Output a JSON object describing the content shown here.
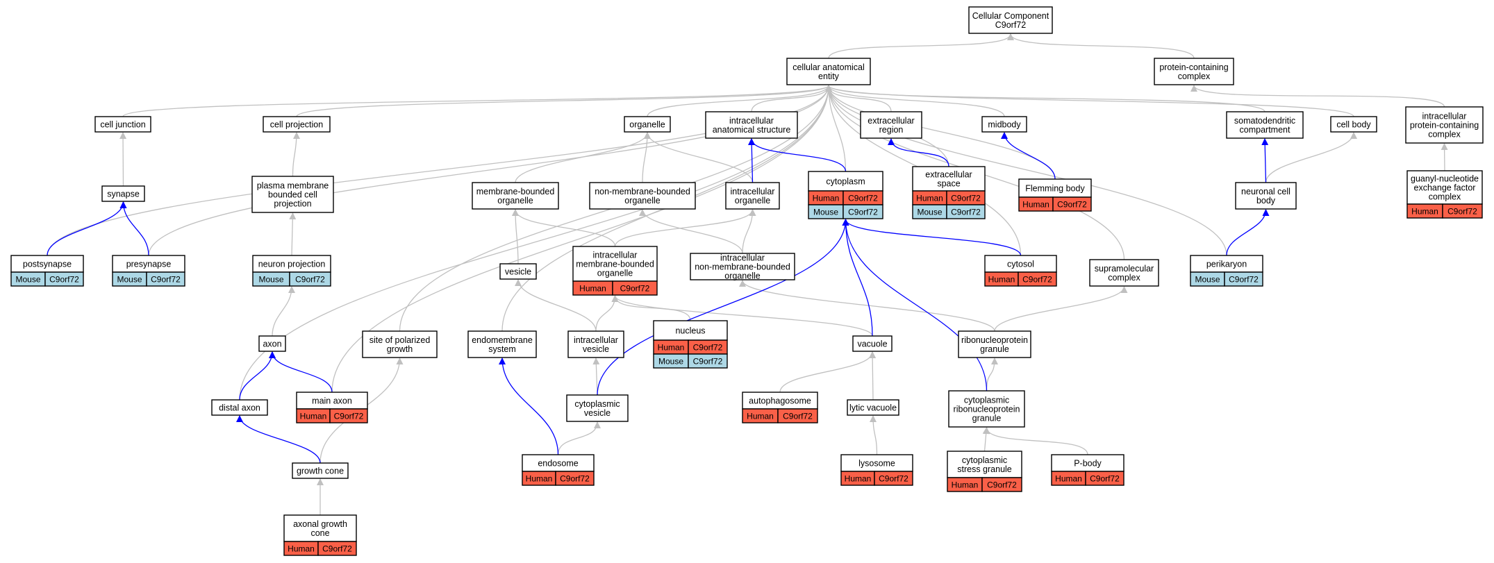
{
  "colors": {
    "human": "#fa6048",
    "mouse": "#add8e6",
    "edge_is_a": "#c0c0c0",
    "edge_part_of": "#0000ff",
    "node_border": "#000000"
  },
  "nodes": [
    {
      "id": "cc",
      "lines": [
        "Cellular Component",
        "C9orf72"
      ],
      "tags": []
    },
    {
      "id": "cae",
      "lines": [
        "cellular anatomical",
        "entity"
      ],
      "tags": []
    },
    {
      "id": "pcc",
      "lines": [
        "protein-containing",
        "complex"
      ],
      "tags": []
    },
    {
      "id": "cj",
      "lines": [
        "cell junction"
      ],
      "tags": []
    },
    {
      "id": "cp",
      "lines": [
        "cell projection"
      ],
      "tags": []
    },
    {
      "id": "org",
      "lines": [
        "organelle"
      ],
      "tags": []
    },
    {
      "id": "ias",
      "lines": [
        "intracellular",
        "anatomical structure"
      ],
      "tags": []
    },
    {
      "id": "exr",
      "lines": [
        "extracellular",
        "region"
      ],
      "tags": []
    },
    {
      "id": "mid",
      "lines": [
        "midbody"
      ],
      "tags": []
    },
    {
      "id": "sdc",
      "lines": [
        "somatodendritic",
        "compartment"
      ],
      "tags": []
    },
    {
      "id": "cb",
      "lines": [
        "cell body"
      ],
      "tags": []
    },
    {
      "id": "ipcc",
      "lines": [
        "intracellular",
        "protein-containing",
        "complex"
      ],
      "tags": []
    },
    {
      "id": "syn",
      "lines": [
        "synapse"
      ],
      "tags": []
    },
    {
      "id": "pmb",
      "lines": [
        "plasma membrane",
        "bounded cell",
        "projection"
      ],
      "tags": []
    },
    {
      "id": "mbo",
      "lines": [
        "membrane-bounded",
        "organelle"
      ],
      "tags": []
    },
    {
      "id": "nmbo",
      "lines": [
        "non-membrane-bounded",
        "organelle"
      ],
      "tags": []
    },
    {
      "id": "io",
      "lines": [
        "intracellular",
        "organelle"
      ],
      "tags": []
    },
    {
      "id": "cyto",
      "lines": [
        "cytoplasm"
      ],
      "tags": [
        [
          "Human",
          "C9orf72"
        ],
        [
          "Mouse",
          "C9orf72"
        ]
      ]
    },
    {
      "id": "exs",
      "lines": [
        "extracellular",
        "space"
      ],
      "tags": [
        [
          "Human",
          "C9orf72"
        ],
        [
          "Mouse",
          "C9orf72"
        ]
      ]
    },
    {
      "id": "flem",
      "lines": [
        "Flemming body"
      ],
      "tags": [
        [
          "Human",
          "C9orf72"
        ]
      ]
    },
    {
      "id": "ncb",
      "lines": [
        "neuronal cell",
        "body"
      ],
      "tags": []
    },
    {
      "id": "gnef",
      "lines": [
        "guanyl-nucleotide",
        "exchange factor",
        "complex"
      ],
      "tags": [
        [
          "Human",
          "C9orf72"
        ]
      ]
    },
    {
      "id": "post",
      "lines": [
        "postsynapse"
      ],
      "tags": [
        [
          "Mouse",
          "C9orf72"
        ]
      ]
    },
    {
      "id": "pre",
      "lines": [
        "presynapse"
      ],
      "tags": [
        [
          "Mouse",
          "C9orf72"
        ]
      ]
    },
    {
      "id": "np",
      "lines": [
        "neuron projection"
      ],
      "tags": [
        [
          "Mouse",
          "C9orf72"
        ]
      ]
    },
    {
      "id": "ves",
      "lines": [
        "vesicle"
      ],
      "tags": []
    },
    {
      "id": "imbo",
      "lines": [
        "intracellular",
        "membrane-bounded",
        "organelle"
      ],
      "tags": [
        [
          "Human",
          "C9orf72"
        ]
      ]
    },
    {
      "id": "inmbo",
      "lines": [
        "intracellular",
        "non-membrane-bounded",
        "organelle"
      ],
      "tags": []
    },
    {
      "id": "cytosol",
      "lines": [
        "cytosol"
      ],
      "tags": [
        [
          "Human",
          "C9orf72"
        ]
      ]
    },
    {
      "id": "smc",
      "lines": [
        "supramolecular",
        "complex"
      ],
      "tags": []
    },
    {
      "id": "peri",
      "lines": [
        "perikaryon"
      ],
      "tags": [
        [
          "Mouse",
          "C9orf72"
        ]
      ]
    },
    {
      "id": "axon",
      "lines": [
        "axon"
      ],
      "tags": []
    },
    {
      "id": "spg",
      "lines": [
        "site of polarized",
        "growth"
      ],
      "tags": []
    },
    {
      "id": "ems",
      "lines": [
        "endomembrane",
        "system"
      ],
      "tags": []
    },
    {
      "id": "iv",
      "lines": [
        "intracellular",
        "vesicle"
      ],
      "tags": []
    },
    {
      "id": "nuc",
      "lines": [
        "nucleus"
      ],
      "tags": [
        [
          "Human",
          "C9orf72"
        ],
        [
          "Mouse",
          "C9orf72"
        ]
      ]
    },
    {
      "id": "vac",
      "lines": [
        "vacuole"
      ],
      "tags": []
    },
    {
      "id": "rnpg",
      "lines": [
        "ribonucleoprotein",
        "granule"
      ],
      "tags": []
    },
    {
      "id": "dax",
      "lines": [
        "distal axon"
      ],
      "tags": []
    },
    {
      "id": "max",
      "lines": [
        "main axon"
      ],
      "tags": [
        [
          "Human",
          "C9orf72"
        ]
      ]
    },
    {
      "id": "cv",
      "lines": [
        "cytoplasmic",
        "vesicle"
      ],
      "tags": []
    },
    {
      "id": "aph",
      "lines": [
        "autophagosome"
      ],
      "tags": [
        [
          "Human",
          "C9orf72"
        ]
      ]
    },
    {
      "id": "lv",
      "lines": [
        "lytic vacuole"
      ],
      "tags": []
    },
    {
      "id": "crnpg",
      "lines": [
        "cytoplasmic",
        "ribonucleoprotein",
        "granule"
      ],
      "tags": []
    },
    {
      "id": "gc",
      "lines": [
        "growth cone"
      ],
      "tags": []
    },
    {
      "id": "endo",
      "lines": [
        "endosome"
      ],
      "tags": [
        [
          "Human",
          "C9orf72"
        ]
      ]
    },
    {
      "id": "lyso",
      "lines": [
        "lysosome"
      ],
      "tags": [
        [
          "Human",
          "C9orf72"
        ]
      ]
    },
    {
      "id": "csg",
      "lines": [
        "cytoplasmic",
        "stress granule"
      ],
      "tags": [
        [
          "Human",
          "C9orf72"
        ]
      ]
    },
    {
      "id": "pb",
      "lines": [
        "P-body"
      ],
      "tags": [
        [
          "Human",
          "C9orf72"
        ]
      ]
    },
    {
      "id": "agc",
      "lines": [
        "axonal growth",
        "cone"
      ],
      "tags": [
        [
          "Human",
          "C9orf72"
        ]
      ]
    }
  ],
  "edges": [
    {
      "from": "cae",
      "to": "cc",
      "rel": "is_a"
    },
    {
      "from": "pcc",
      "to": "cc",
      "rel": "is_a"
    },
    {
      "from": "cj",
      "to": "cae",
      "rel": "is_a"
    },
    {
      "from": "cp",
      "to": "cae",
      "rel": "is_a"
    },
    {
      "from": "org",
      "to": "cae",
      "rel": "is_a"
    },
    {
      "from": "ias",
      "to": "cae",
      "rel": "is_a"
    },
    {
      "from": "exr",
      "to": "cae",
      "rel": "is_a"
    },
    {
      "from": "mid",
      "to": "cae",
      "rel": "is_a"
    },
    {
      "from": "sdc",
      "to": "cae",
      "rel": "is_a"
    },
    {
      "from": "cb",
      "to": "cae",
      "rel": "is_a"
    },
    {
      "from": "cyto",
      "to": "cae",
      "rel": "is_a"
    },
    {
      "from": "exs",
      "to": "cae",
      "rel": "is_a"
    },
    {
      "from": "flem",
      "to": "cae",
      "rel": "is_a"
    },
    {
      "from": "ipcc",
      "to": "pcc",
      "rel": "is_a"
    },
    {
      "from": "post",
      "to": "cae",
      "rel": "is_a"
    },
    {
      "from": "pre",
      "to": "cae",
      "rel": "is_a"
    },
    {
      "from": "dax",
      "to": "cae",
      "rel": "is_a"
    },
    {
      "from": "max",
      "to": "cae",
      "rel": "is_a"
    },
    {
      "from": "spg",
      "to": "cae",
      "rel": "is_a"
    },
    {
      "from": "ems",
      "to": "cae",
      "rel": "is_a"
    },
    {
      "from": "cytosol",
      "to": "cae",
      "rel": "is_a"
    },
    {
      "from": "smc",
      "to": "cae",
      "rel": "is_a"
    },
    {
      "from": "peri",
      "to": "cae",
      "rel": "is_a"
    },
    {
      "from": "syn",
      "to": "cj",
      "rel": "is_a"
    },
    {
      "from": "pmb",
      "to": "cp",
      "rel": "is_a"
    },
    {
      "from": "np",
      "to": "pmb",
      "rel": "is_a"
    },
    {
      "from": "axon",
      "to": "np",
      "rel": "is_a"
    },
    {
      "from": "mbo",
      "to": "org",
      "rel": "is_a"
    },
    {
      "from": "nmbo",
      "to": "org",
      "rel": "is_a"
    },
    {
      "from": "io",
      "to": "org",
      "rel": "is_a"
    },
    {
      "from": "ves",
      "to": "mbo",
      "rel": "is_a"
    },
    {
      "from": "imbo",
      "to": "mbo",
      "rel": "is_a"
    },
    {
      "from": "imbo",
      "to": "io",
      "rel": "is_a"
    },
    {
      "from": "inmbo",
      "to": "nmbo",
      "rel": "is_a"
    },
    {
      "from": "inmbo",
      "to": "io",
      "rel": "is_a"
    },
    {
      "from": "iv",
      "to": "ves",
      "rel": "is_a"
    },
    {
      "from": "iv",
      "to": "imbo",
      "rel": "is_a"
    },
    {
      "from": "nuc",
      "to": "imbo",
      "rel": "is_a"
    },
    {
      "from": "vac",
      "to": "imbo",
      "rel": "is_a"
    },
    {
      "from": "cv",
      "to": "iv",
      "rel": "is_a"
    },
    {
      "from": "endo",
      "to": "cv",
      "rel": "is_a"
    },
    {
      "from": "aph",
      "to": "vac",
      "rel": "is_a"
    },
    {
      "from": "lv",
      "to": "vac",
      "rel": "is_a"
    },
    {
      "from": "lyso",
      "to": "lv",
      "rel": "is_a"
    },
    {
      "from": "rnpg",
      "to": "inmbo",
      "rel": "is_a"
    },
    {
      "from": "rnpg",
      "to": "smc",
      "rel": "is_a"
    },
    {
      "from": "crnpg",
      "to": "rnpg",
      "rel": "is_a"
    },
    {
      "from": "csg",
      "to": "crnpg",
      "rel": "is_a"
    },
    {
      "from": "pb",
      "to": "crnpg",
      "rel": "is_a"
    },
    {
      "from": "gnef",
      "to": "ipcc",
      "rel": "is_a"
    },
    {
      "from": "ncb",
      "to": "cb",
      "rel": "is_a"
    },
    {
      "from": "gc",
      "to": "spg",
      "rel": "is_a"
    },
    {
      "from": "agc",
      "to": "gc",
      "rel": "is_a"
    },
    {
      "from": "post",
      "to": "syn",
      "rel": "part_of"
    },
    {
      "from": "pre",
      "to": "syn",
      "rel": "part_of"
    },
    {
      "from": "dax",
      "to": "axon",
      "rel": "part_of"
    },
    {
      "from": "max",
      "to": "axon",
      "rel": "part_of"
    },
    {
      "from": "gc",
      "to": "dax",
      "rel": "part_of"
    },
    {
      "from": "io",
      "to": "ias",
      "rel": "part_of"
    },
    {
      "from": "cyto",
      "to": "ias",
      "rel": "part_of"
    },
    {
      "from": "exs",
      "to": "exr",
      "rel": "part_of"
    },
    {
      "from": "flem",
      "to": "mid",
      "rel": "part_of"
    },
    {
      "from": "ncb",
      "to": "sdc",
      "rel": "part_of"
    },
    {
      "from": "peri",
      "to": "ncb",
      "rel": "part_of"
    },
    {
      "from": "cytosol",
      "to": "cyto",
      "rel": "part_of"
    },
    {
      "from": "cv",
      "to": "cyto",
      "rel": "part_of"
    },
    {
      "from": "vac",
      "to": "cyto",
      "rel": "part_of"
    },
    {
      "from": "crnpg",
      "to": "cyto",
      "rel": "part_of"
    },
    {
      "from": "endo",
      "to": "ems",
      "rel": "part_of"
    }
  ]
}
